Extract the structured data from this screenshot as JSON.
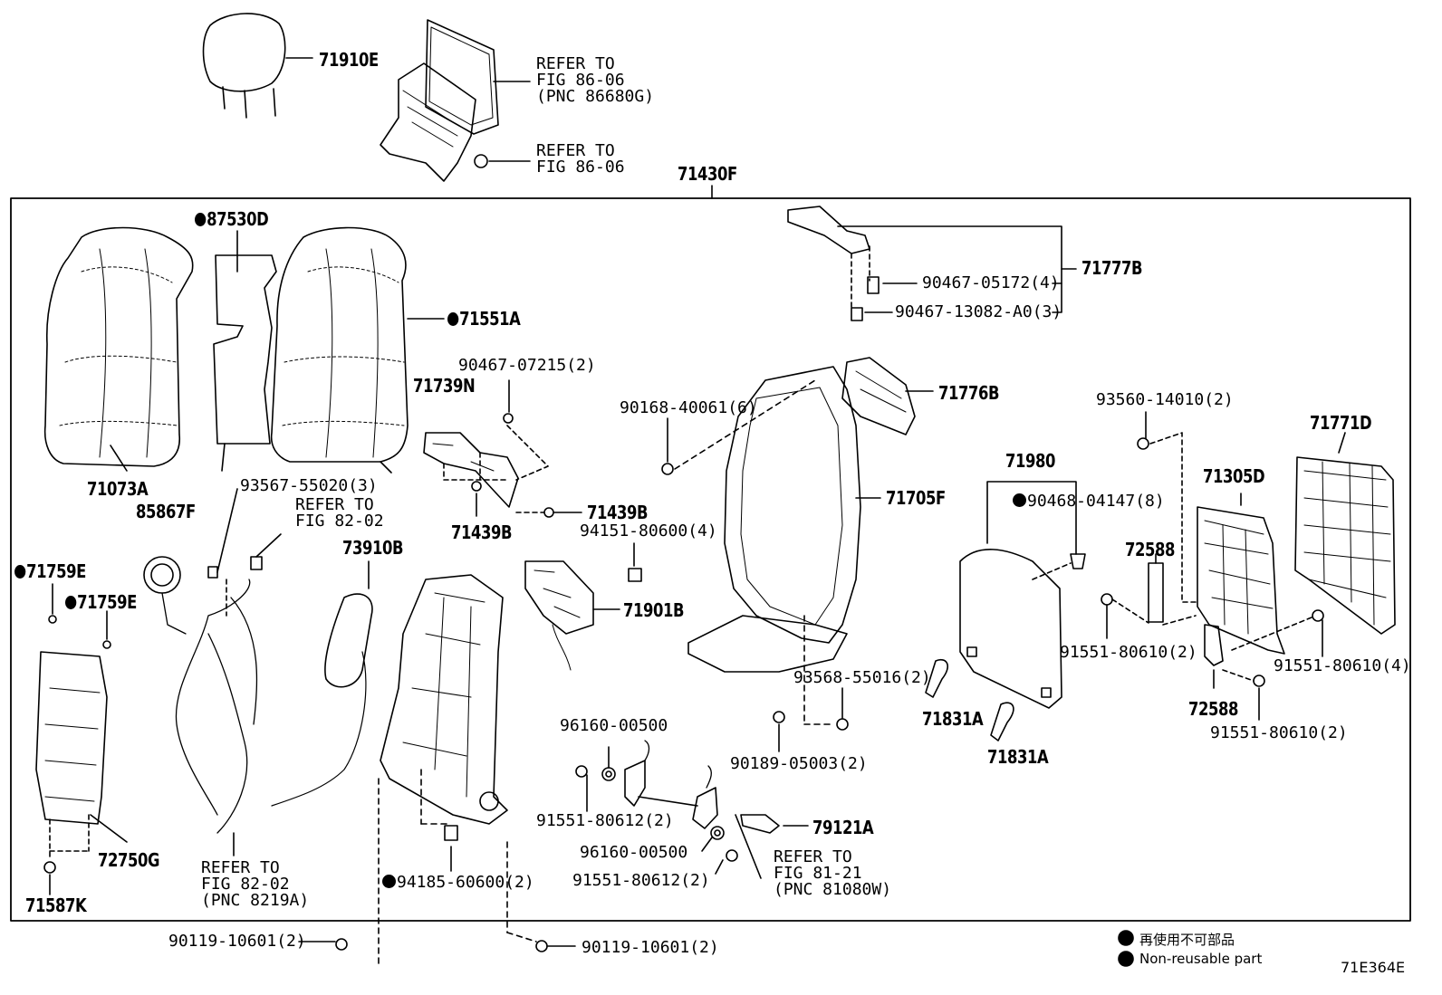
{
  "frame": {
    "main_assembly": "71430F"
  },
  "labels": {
    "p71910E": "71910E",
    "ref_tv1": [
      "REFER TO",
      "FIG 86-06",
      "(PNC 86680G)"
    ],
    "ref_tv2": [
      "REFER TO",
      "FIG 86-06"
    ],
    "p87530D": "87530D",
    "p71551A": "71551A",
    "p71073A": "71073A",
    "p71777B": "71777B",
    "p90467_05172": "90467-05172(4)",
    "p90467_13082": "90467-13082-A0(3)",
    "p90467_07215": "90467-07215(2)",
    "p71739N": "71739N",
    "p90168": "90168-40061(6)",
    "p71776B": "71776B",
    "p93560": "93560-14010(2)",
    "p71771D": "71771D",
    "p71439B_a": "71439B",
    "p71439B_b": "71439B",
    "p71705F": "71705F",
    "p71980": "71980",
    "p90468": "90468-04147(8)",
    "p71305D": "71305D",
    "p93567": "93567-55020(3)",
    "ref_wire1": [
      "REFER TO",
      "FIG 82-02"
    ],
    "p85867F": "85867F",
    "p94151": "94151-80600(4)",
    "p73910B": "73910B",
    "p72588_a": "72588",
    "p71759E_a": "71759E",
    "p71759E_b": "71759E",
    "p71901B": "71901B",
    "p91551_80610_a": "91551-80610(2)",
    "p91551_80610_b": "91551-80610(4)",
    "p93568": "93568-55016(2)",
    "p71831A_a": "71831A",
    "p72588_b": "72588",
    "p91551_80610_c": "91551-80610(2)",
    "p96160_a": "96160-00500",
    "p90189": "90189-05003(2)",
    "p71831A_b": "71831A",
    "p91551_80612_a": "91551-80612(2)",
    "p79121A": "79121A",
    "p72750G": "72750G",
    "ref_wire2": [
      "REFER TO",
      "FIG 82-02",
      "(PNC 8219A)"
    ],
    "p96160_b": "96160-00500",
    "ref_lumbar": [
      "REFER TO",
      "FIG 81-21",
      "(PNC 81080W)"
    ],
    "p94185": "94185-60600(2)",
    "p91551_80612_b": "91551-80612(2)",
    "p71587K": "71587K",
    "p90119_a": "90119-10601(2)",
    "p90119_b": "90119-10601(2)"
  },
  "legend": {
    "jp": "再使用不可部品",
    "en": "Non-reusable part"
  },
  "figure_code": "71E364E"
}
